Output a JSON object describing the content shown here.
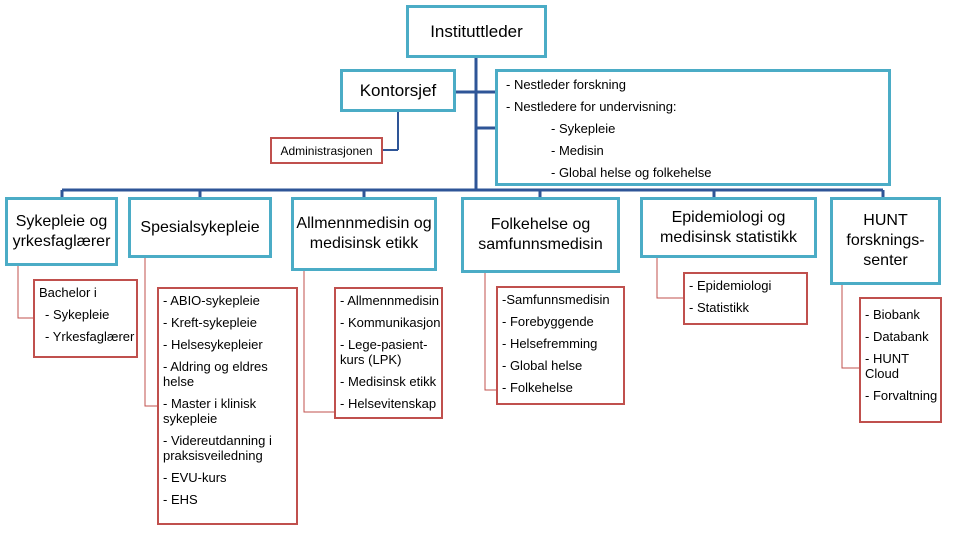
{
  "top": {
    "label": "Instituttleder"
  },
  "office": {
    "label": "Kontorsjef"
  },
  "admin": {
    "label": "Administrasjonen"
  },
  "deputies": {
    "items": [
      "- Nestleder forskning",
      "- Nestledere for undervisning:",
      "- Sykepleie",
      "- Medisin",
      "- Global helse og folkehelse"
    ]
  },
  "units": [
    {
      "label": "Sykepleie og yrkesfaglærer",
      "sub": [
        "Bachelor i",
        "- Sykepleie",
        "- Yrkesfaglærer"
      ]
    },
    {
      "label": "Spesialsykepleie",
      "sub": [
        "- ABIO-sykepleie",
        "- Kreft-sykepleie",
        "- Helsesykepleier",
        "- Aldring og eldres helse",
        "- Master i klinisk sykepleie",
        "- Videreutdanning i praksisveiledning",
        "- EVU-kurs",
        "- EHS"
      ]
    },
    {
      "label": "Allmennmedisin og medisinsk etikk",
      "sub": [
        "- Allmennmedisin",
        "- Kommunikasjon",
        "- Lege-pasient-kurs (LPK)",
        "- Medisinsk etikk",
        "- Helsevitenskap"
      ]
    },
    {
      "label": "Folkehelse og samfunnsmedisin",
      "sub": [
        "-Samfunnsmedisin",
        "- Forebyggende",
        "- Helsefremming",
        "- Global helse",
        "- Folkehelse"
      ]
    },
    {
      "label": "Epidemiologi og medisinsk statistikk",
      "sub": [
        "- Epidemiologi",
        "- Statistikk"
      ]
    },
    {
      "label": "HUNT forsknings-senter",
      "sub": [
        "- Biobank",
        "- Databank",
        "- HUNT Cloud",
        "- Forvaltning"
      ]
    }
  ],
  "colors": {
    "box_border": "#4bacc6",
    "sub_border": "#c0504d",
    "connector": "#2e5597"
  }
}
